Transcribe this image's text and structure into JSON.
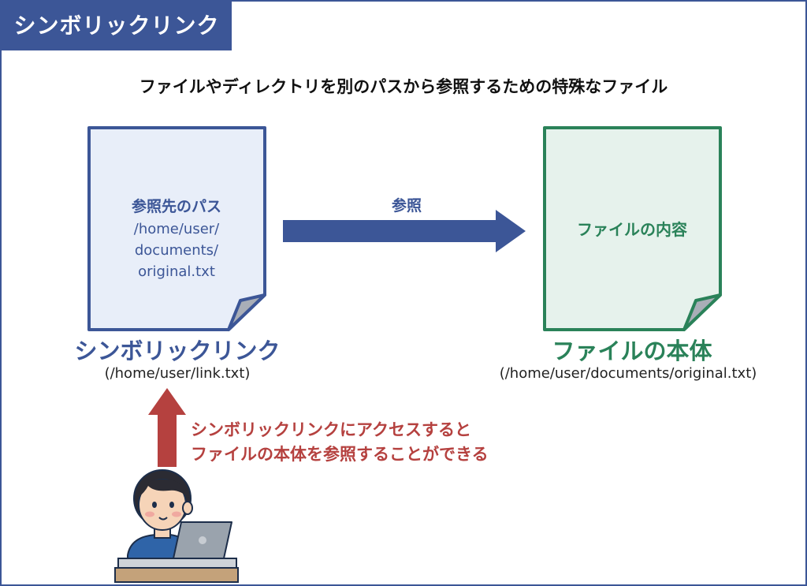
{
  "header": {
    "title": "シンボリックリンク"
  },
  "subtitle": "ファイルやディレクトリを別のパスから参照するための特殊なファイル",
  "symlink": {
    "content_title": "参照先のパス",
    "content_path_lines": [
      "/home/user/",
      "documents/",
      "original.txt"
    ],
    "name": "シンボリックリンク",
    "path": "(/home/user/link.txt)"
  },
  "reference_arrow": {
    "label": "参照"
  },
  "original": {
    "content": "ファイルの内容",
    "name": "ファイルの本体",
    "path": "(/home/user/documents/original.txt)"
  },
  "note": {
    "lines": [
      "シンボリックリンクにアクセスすると",
      "ファイルの本体を参照することができる"
    ]
  },
  "colors": {
    "primary_blue": "#3c5697",
    "doc_blue_fill": "#e8eef9",
    "green": "#2a8259",
    "doc_green_fill": "#e6f2ec",
    "red": "#b5413f",
    "user_red_arrow": "#b5413f"
  }
}
